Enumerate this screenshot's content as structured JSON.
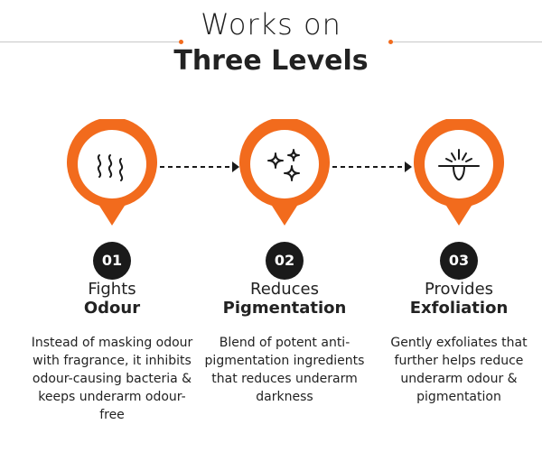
{
  "header": {
    "title_light": "Works on",
    "title_bold": "Three Levels",
    "accent_color": "#f26b1d"
  },
  "steps": [
    {
      "number": "01",
      "title_light": "Fights",
      "title_bold": "Odour",
      "description": "Instead of masking odour with fragrance, it inhibits odour-causing bacteria & keeps underarm odour-free",
      "icon": "odour-waves-icon"
    },
    {
      "number": "02",
      "title_light": "Reduces",
      "title_bold": "Pigmentation",
      "description": "Blend of potent anti-pigmentation ingredients that reduces underarm darkness",
      "icon": "sparkles-icon"
    },
    {
      "number": "03",
      "title_light": "Provides",
      "title_bold": "Exfoliation",
      "description": "Gently exfoliates that further helps reduce underarm odour & pigmentation",
      "icon": "pore-exfoliation-icon"
    }
  ]
}
